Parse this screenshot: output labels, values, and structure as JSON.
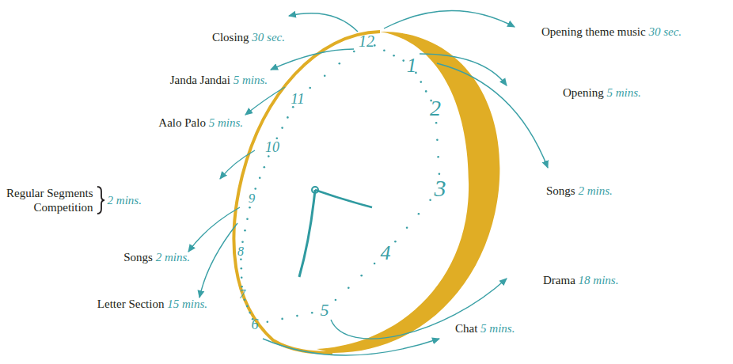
{
  "diagram": {
    "labels": [
      "Closing",
      "30 sec.",
      "Janda Jandai",
      "5 mins.",
      "Aalo Palo",
      "5 mins.",
      "Regular Segments",
      "Competition",
      "2 mins.",
      "Songs",
      "2 mins.",
      "Letter Section",
      "15 mins.",
      "Opening theme music",
      "30 sec.",
      "Opening",
      "5 mins.",
      "Songs",
      "2 mins.",
      "Drama",
      "18 mins.",
      "Chat",
      "5 mins.",
      "12",
      "1",
      "2",
      "3",
      "4",
      "5",
      "6",
      "7",
      "8",
      "9",
      "10",
      "11"
    ]
  }
}
